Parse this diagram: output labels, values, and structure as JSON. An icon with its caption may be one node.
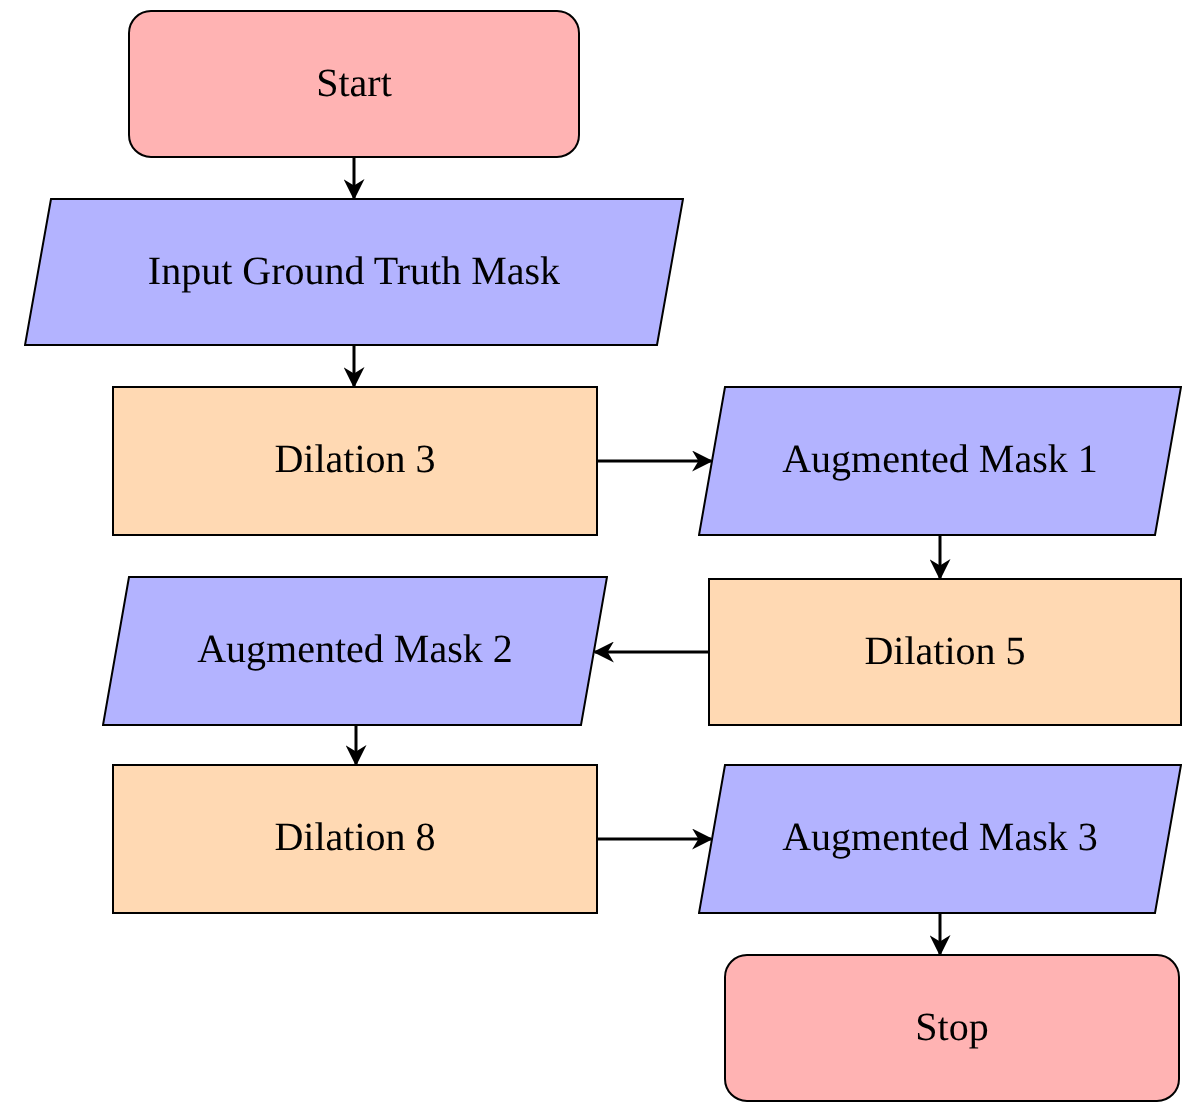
{
  "diagram": {
    "nodes": [
      {
        "text": [
          "Start"
        ]
      },
      {
        "text": [
          "Input Ground Truth Mask"
        ]
      },
      {
        "text": [
          "Dilation 3"
        ]
      },
      {
        "text": [
          "Augmented Mask 1"
        ]
      },
      {
        "text": [
          "Dilation 5"
        ]
      },
      {
        "text": [
          "Augmented Mask 2"
        ]
      },
      {
        "text": [
          "Dilation 8"
        ]
      },
      {
        "text": [
          "Augmented Mask 3"
        ]
      },
      {
        "text": [
          "Stop"
        ]
      }
    ],
    "edges": [
      {
        "from": 0,
        "to": 1,
        "arrow": "to"
      },
      {
        "from": 1,
        "to": 2,
        "arrow": "to"
      },
      {
        "from": 2,
        "to": 3,
        "arrow": "to"
      },
      {
        "from": 3,
        "to": 4,
        "arrow": "to"
      },
      {
        "from": 4,
        "to": 5,
        "arrow": "to"
      },
      {
        "from": 5,
        "to": 6,
        "arrow": "to"
      },
      {
        "from": 6,
        "to": 7,
        "arrow": "to"
      },
      {
        "from": 7,
        "to": 8,
        "arrow": "to"
      }
    ]
  }
}
